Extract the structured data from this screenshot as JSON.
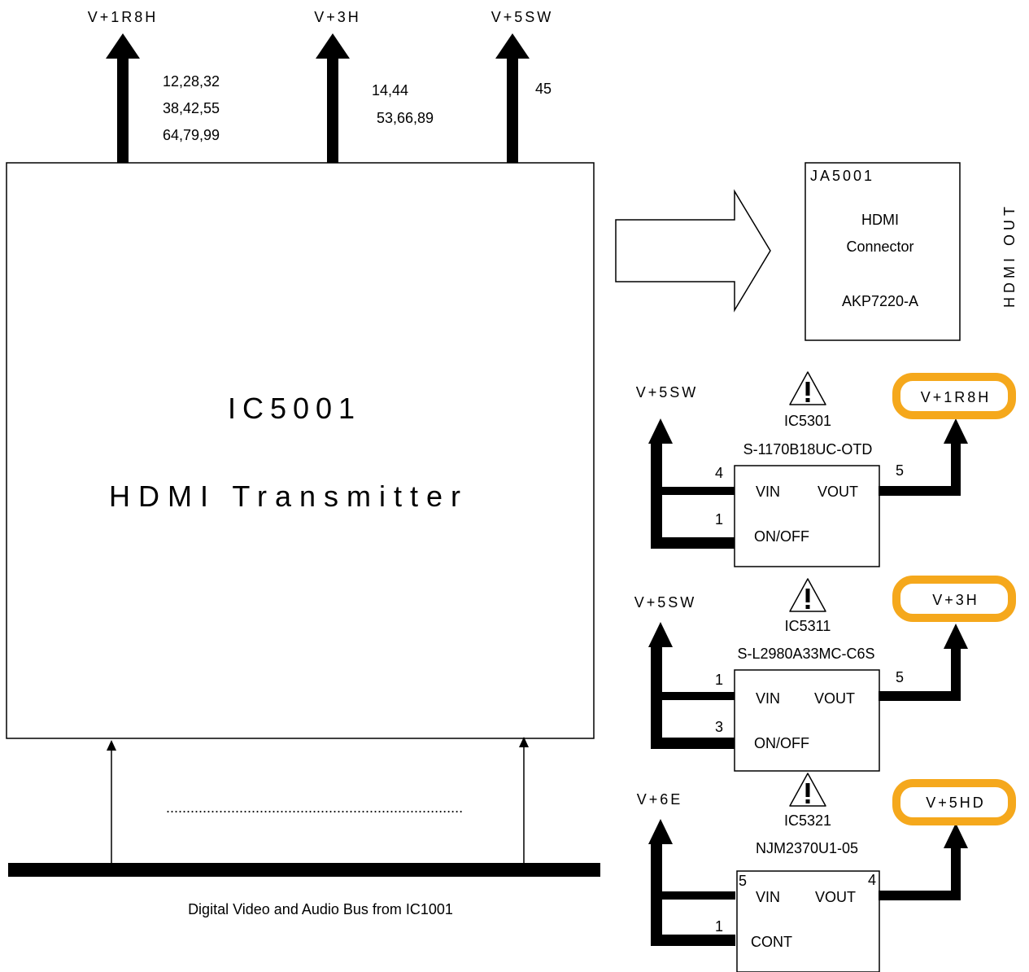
{
  "top_rails": [
    {
      "label": "V+1R8H",
      "pins": [
        "12,28,32",
        "38,42,55",
        "64,79,99"
      ]
    },
    {
      "label": "V+3H",
      "pins": [
        "14,44",
        "53,66,89"
      ]
    },
    {
      "label": "V+5SW",
      "pins": [
        "45"
      ]
    }
  ],
  "transmitter": {
    "ref": "IC5001",
    "name": "HDMI Transmitter"
  },
  "connector": {
    "ref": "JA5001",
    "line1": "HDMI",
    "line2": "Connector",
    "part": "AKP7220-A"
  },
  "hdmi_out_label": "HDMI OUT",
  "bus": {
    "label": "Digital Video and Audio Bus from IC1001",
    "ellipsis": "........................................................................."
  },
  "regulators": [
    {
      "input": "V+5SW",
      "ref": "IC5301",
      "part": "S-1170B18UC-OTD",
      "vin_pin": "4",
      "ctrl_pin": "1",
      "vout_pin": "5",
      "vin_label": "VIN",
      "vout_label": "VOUT",
      "ctrl_label": "ON/OFF",
      "output": "V+1R8H",
      "warning_icon": "warning-triangle"
    },
    {
      "input": "V+5SW",
      "ref": "IC5311",
      "part": "S-L2980A33MC-C6S",
      "vin_pin": "1",
      "ctrl_pin": "3",
      "vout_pin": "5",
      "vin_label": "VIN",
      "vout_label": "VOUT",
      "ctrl_label": "ON/OFF",
      "output": "V+3H",
      "warning_icon": "warning-triangle"
    },
    {
      "input": "V+6E",
      "ref": "IC5321",
      "part": "NJM2370U1-05",
      "vin_pin": "5",
      "ctrl_pin": "1",
      "vout_pin": "4",
      "vin_label": "VIN",
      "vout_label": "VOUT",
      "ctrl_label": "CONT",
      "output": "V+5HD",
      "warning_icon": "warning-triangle"
    }
  ],
  "colors": {
    "highlight": "#F5A81C",
    "line": "#000000"
  }
}
